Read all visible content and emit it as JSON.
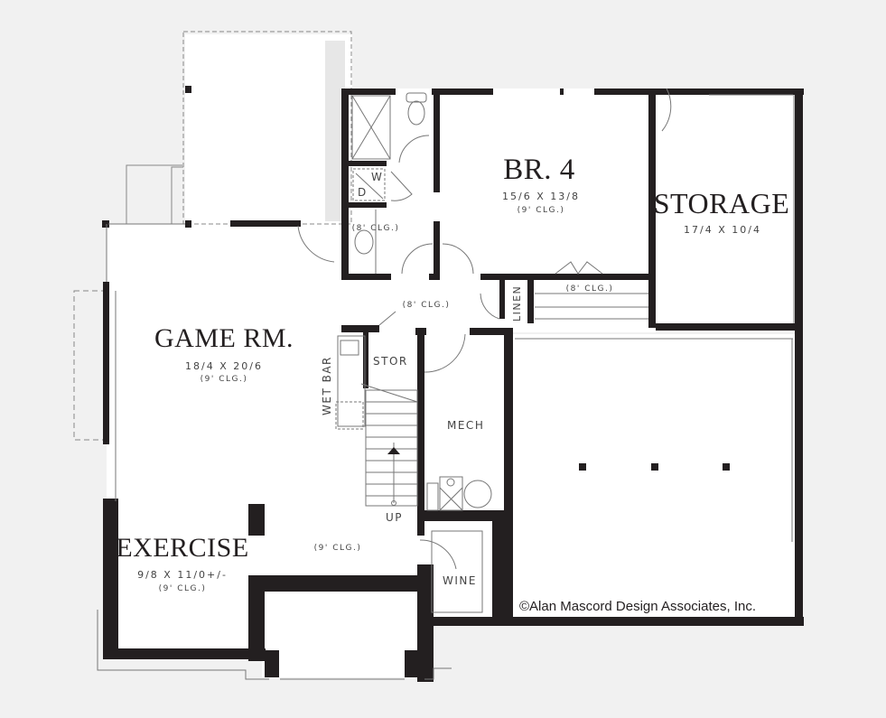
{
  "plan": {
    "background": "#f1f1f1",
    "wall_color": "#231f20",
    "floor_color": "#ffffff"
  },
  "rooms": {
    "br4": {
      "name": "BR. 4",
      "dims": "15/6 X 13/8",
      "ceiling": "(9' CLG.)"
    },
    "storage": {
      "name": "STORAGE",
      "dims": "17/4 X 10/4"
    },
    "game": {
      "name": "GAME RM.",
      "dims": "18/4 X 20/6",
      "ceiling": "(9' CLG.)"
    },
    "exercise": {
      "name": "EXERCISE",
      "dims": "9/8 X 11/0+/-",
      "ceiling": "(9' CLG.)"
    },
    "bath": {
      "ceiling": "(8' CLG.)",
      "washer": "W",
      "dryer": "D"
    },
    "hall": {
      "ceiling": "(8' CLG.)"
    },
    "closet": {
      "ceiling": "(8' CLG.)"
    },
    "linen": {
      "name": "LINEN"
    },
    "stor": {
      "name": "STOR"
    },
    "wetbar": {
      "name": "WET BAR"
    },
    "mech": {
      "name": "MECH"
    },
    "wine": {
      "name": "WINE"
    },
    "stair": {
      "label": "UP"
    },
    "exercise_hall": {
      "ceiling": "(9' CLG.)"
    }
  },
  "copyright": "©Alan Mascord Design Associates, Inc."
}
